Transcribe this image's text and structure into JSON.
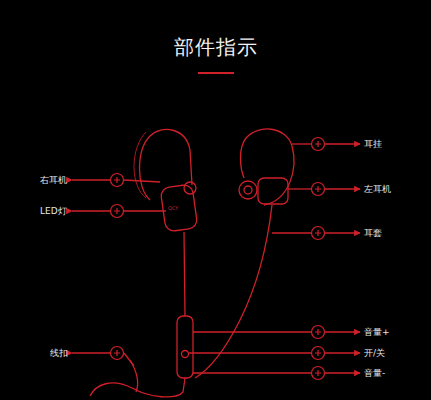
{
  "diagram": {
    "title": "部件指示",
    "labels": [
      "右耳机",
      "LED灯",
      "线扣",
      "耳挂",
      "左耳机",
      "耳套",
      "音量+",
      "开/关",
      "音量-",
      "QCY"
    ]
  }
}
